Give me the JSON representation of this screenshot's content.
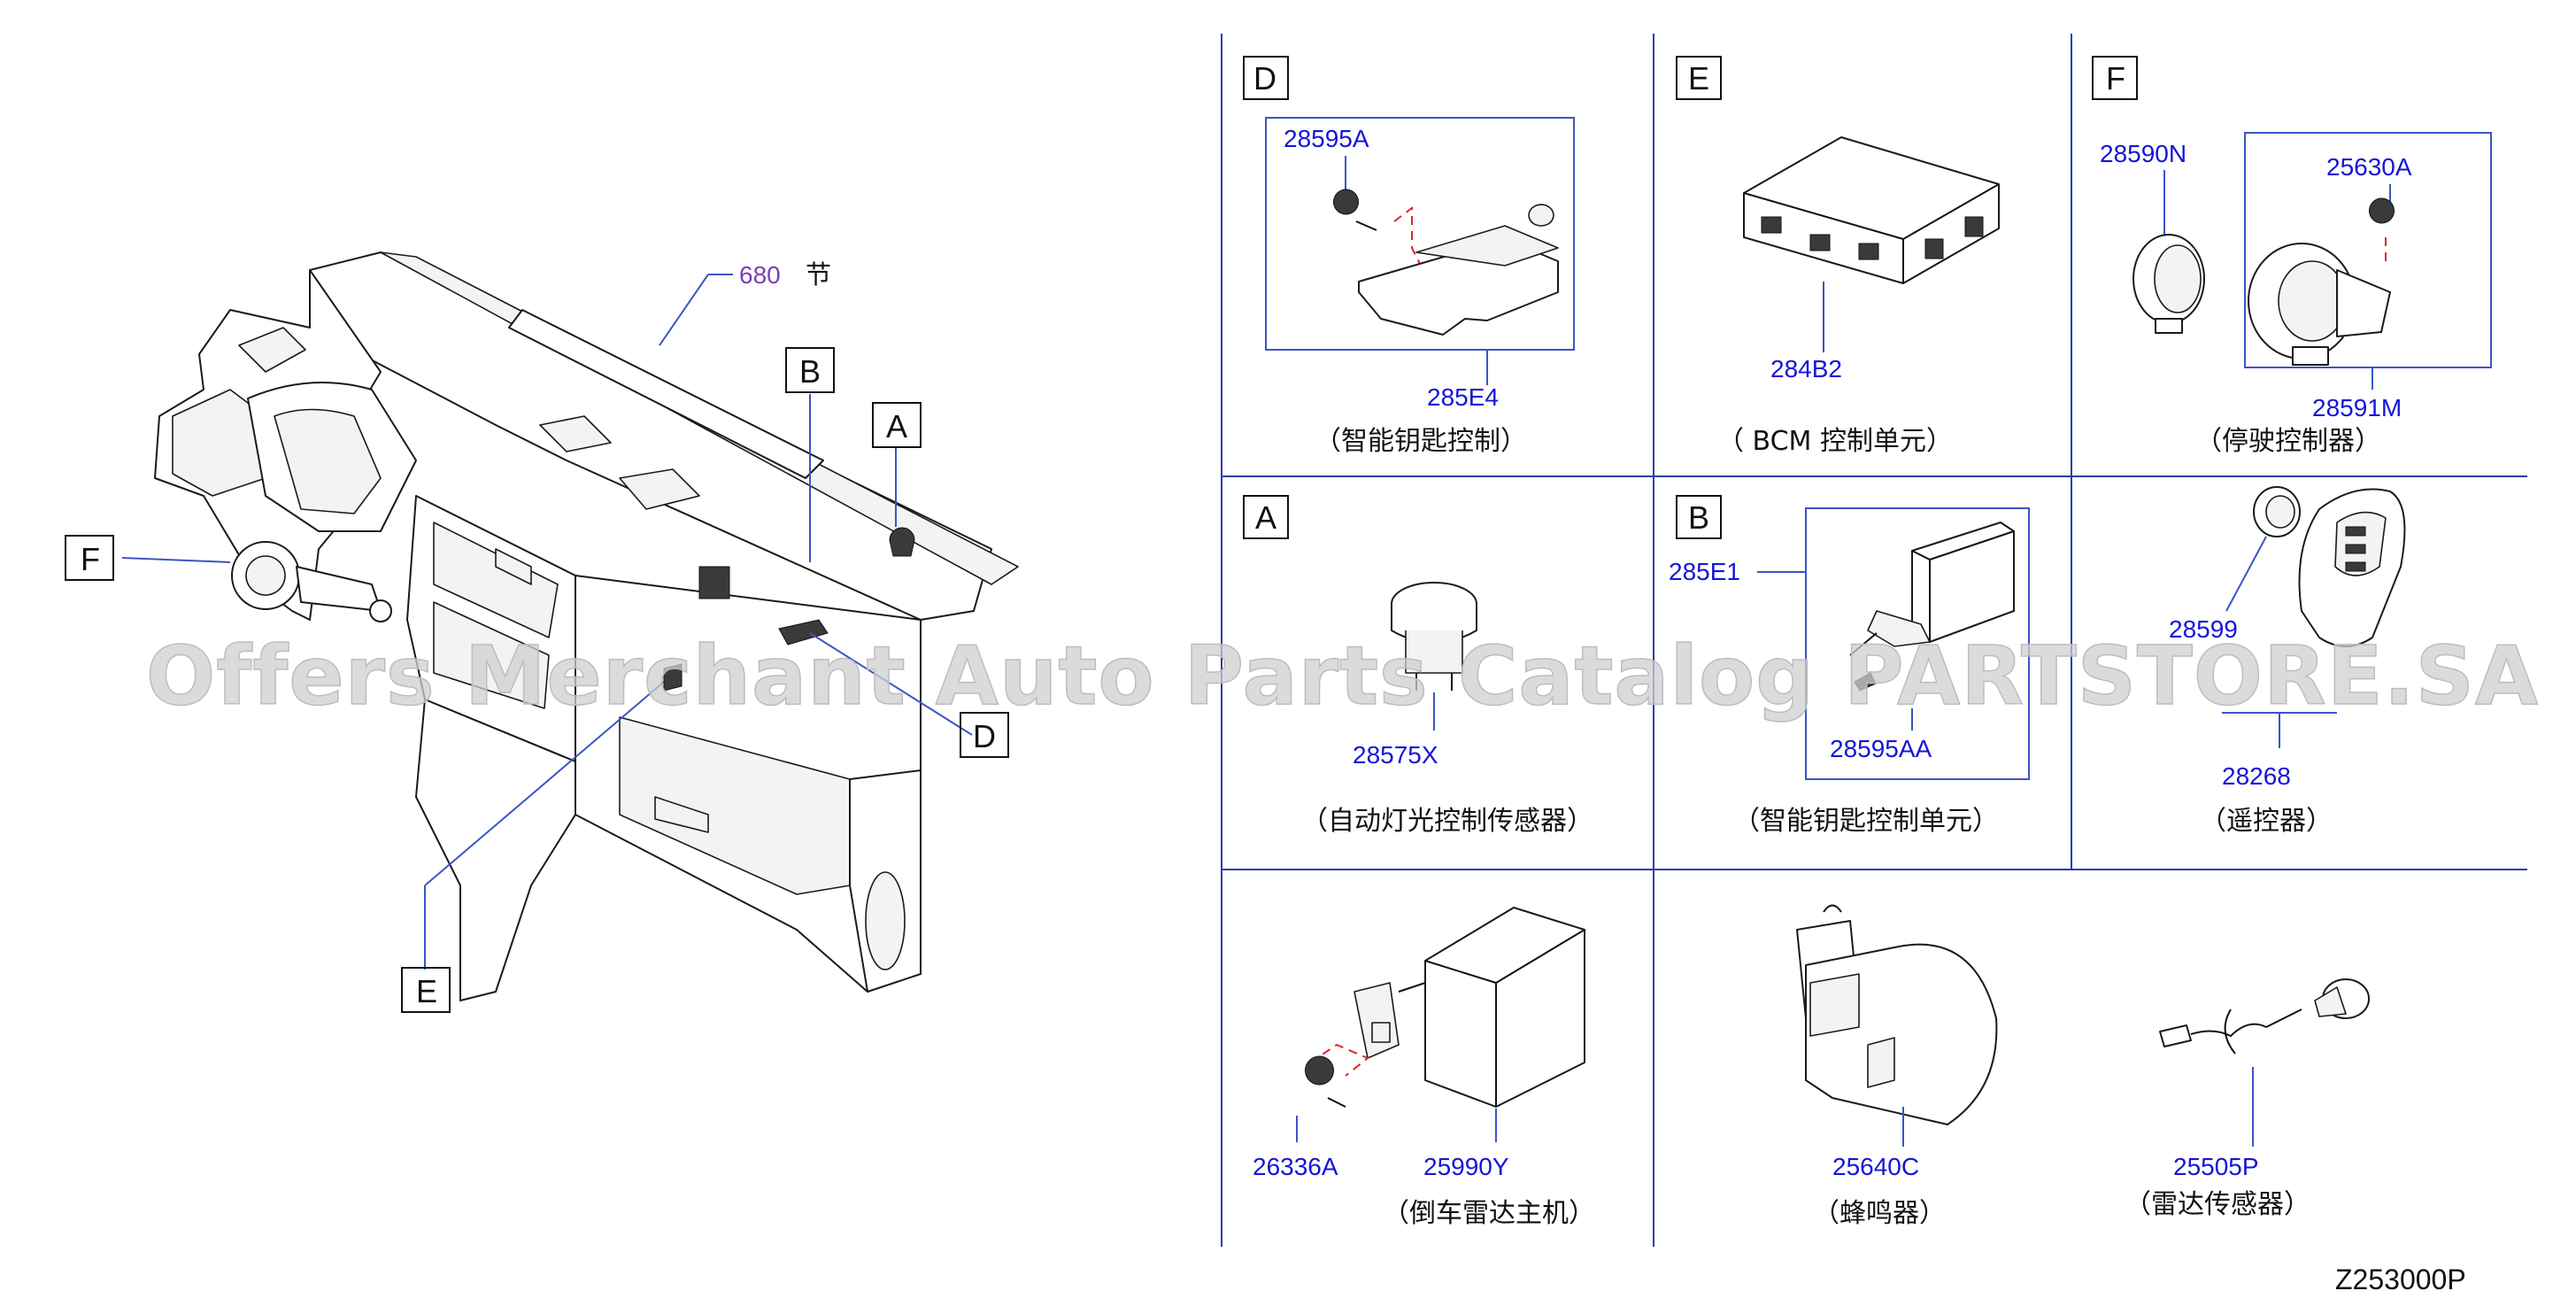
{
  "overview": {
    "ref_680": "680",
    "ref_680_suffix": "节",
    "callouts": [
      "A",
      "B",
      "D",
      "E",
      "F"
    ]
  },
  "panels": {
    "D": {
      "letter": "D",
      "parts": [
        "28595A",
        "285E4"
      ],
      "caption": "（智能钥匙控制）"
    },
    "E": {
      "letter": "E",
      "parts": [
        "284B2"
      ],
      "caption": "（ BCM  控制单元）"
    },
    "F": {
      "letter": "F",
      "parts": [
        "28590N",
        "25630A",
        "28591M"
      ],
      "caption": "（停驶控制器）"
    },
    "A": {
      "letter": "A",
      "parts": [
        "28575X"
      ],
      "caption": "（自动灯光控制传感器）"
    },
    "B": {
      "letter": "B",
      "parts": [
        "285E1",
        "28595AA"
      ],
      "caption": "（智能钥匙控制单元）"
    },
    "remote": {
      "parts": [
        "28599",
        "28268"
      ],
      "caption": "（遥控器）"
    },
    "radar_unit": {
      "parts": [
        "26336A",
        "25990Y"
      ],
      "caption": "（倒车雷达主机）"
    },
    "buzzer": {
      "parts": [
        "25640C"
      ],
      "caption": "（蜂鸣器）"
    },
    "radar_sensor": {
      "parts": [
        "25505P"
      ],
      "caption": "（雷达传感器）"
    }
  },
  "figure_code": "Z253000P",
  "watermark": "Offers Merchant Auto Parts Catalog PARTSTORE.SA",
  "colors": {
    "part_number": "#1515d8",
    "section_ref": "#7a3fb0",
    "grid": "#2b3ea8",
    "leader": "#3a55c8",
    "guide": "#e0222a"
  }
}
